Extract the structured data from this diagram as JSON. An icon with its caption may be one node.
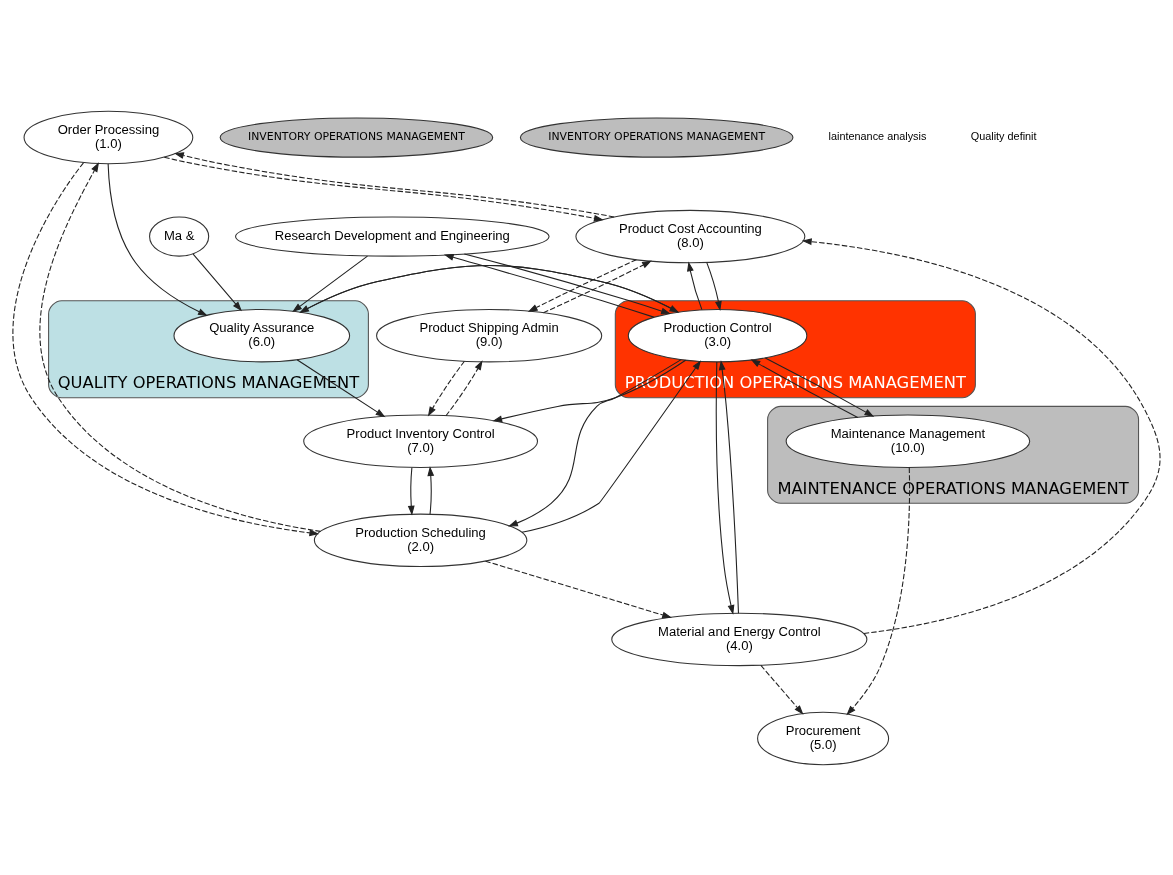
{
  "diagram": {
    "nodes": [
      {
        "text": [
          "Order Processing",
          "(1.0)"
        ]
      },
      {
        "text": [
          "Product Cost Accounting",
          "(8.0)"
        ]
      },
      {
        "text": [
          "Product Shipping Admin",
          "(9.0)"
        ]
      },
      {
        "text": [
          "Production Scheduling",
          "(2.0)"
        ]
      },
      {
        "text": [
          "PRODUCTION OPERATIONS MANAGEMENT"
        ]
      },
      {
        "text": [
          "Production Control",
          "(3.0)"
        ],
        "in": 4
      },
      {
        "text": [
          "Material and Energy Control",
          "(4.0)"
        ]
      },
      {
        "text": [
          "INVENTORY OPERATIONS MANAGEMENT"
        ]
      },
      {
        "text": [
          "Product Inventory Control",
          "(7.0)"
        ]
      },
      {
        "text": [
          "INVENTORY OPERATIONS MANAGEMENT"
        ]
      },
      {
        "text": [
          "QUALITY OPERATIONS MANAGEMENT"
        ]
      },
      {
        "text": [
          "Quality Assurance",
          "(6.0)"
        ],
        "in": 10
      },
      {
        "text": [
          "Procurement",
          "(5.0)"
        ]
      },
      {
        "text": [
          "MAINTENANCE OPERATIONS MANAGEMENT"
        ]
      },
      {
        "text": [
          "Maintenance Management",
          "(10.0)"
        ],
        "in": 13
      },
      {
        "text": [
          "Ma &"
        ]
      },
      {
        "text": [
          "Research Development and Engineering"
        ]
      }
    ],
    "edges": [
      {
        "from": 0,
        "to": 3,
        "arrow": "to",
        "style": "dashed"
      },
      {
        "from": 3,
        "to": 0,
        "arrow": "to",
        "style": "dashed"
      },
      {
        "from": 6,
        "to": 1,
        "arrow": "to",
        "style": "dashed"
      },
      {
        "from": 0,
        "to": 1,
        "arrow": "to",
        "style": "dashed"
      },
      {
        "from": 1,
        "to": 0,
        "arrow": "to",
        "style": "dashed"
      },
      {
        "from": 1,
        "to": 2,
        "arrow": "to",
        "style": "dashed"
      },
      {
        "from": 2,
        "to": 1,
        "arrow": "to",
        "style": "dashed"
      },
      {
        "from": 8,
        "to": 2,
        "arrow": "to",
        "style": "dashed"
      },
      {
        "from": 2,
        "to": 8,
        "arrow": "to",
        "style": "dashed"
      },
      {
        "from": 3,
        "to": 6,
        "arrow": "to",
        "style": "dashed"
      },
      {
        "from": 6,
        "to": 12,
        "arrow": "to",
        "style": "dashed"
      },
      {
        "from": 14,
        "to": 12,
        "arrow": "to",
        "style": "dashed"
      },
      {
        "from": 3,
        "to": 5,
        "arrow": "to"
      },
      {
        "from": 5,
        "to": 3,
        "arrow": "to"
      },
      {
        "from": 3,
        "to": 8,
        "arrow": "to"
      },
      {
        "from": 8,
        "to": 3,
        "arrow": "to"
      },
      {
        "from": 5,
        "to": 6,
        "arrow": "to"
      },
      {
        "from": 6,
        "to": 5,
        "arrow": "to"
      },
      {
        "from": 5,
        "to": 1,
        "arrow": "to"
      },
      {
        "from": 1,
        "to": 5,
        "arrow": "to"
      },
      {
        "from": 5,
        "to": 8,
        "arrow": "to"
      },
      {
        "from": 0,
        "to": 11,
        "arrow": "to"
      },
      {
        "from": 11,
        "to": 8,
        "arrow": "to"
      },
      {
        "from": 5,
        "to": 11,
        "arrow": "to"
      },
      {
        "from": 11,
        "to": 5,
        "arrow": "to"
      },
      {
        "from": 5,
        "to": 16,
        "arrow": "to"
      },
      {
        "from": 16,
        "to": 5,
        "arrow": "to"
      },
      {
        "from": 16,
        "to": 11,
        "arrow": "to"
      },
      {
        "from": 15,
        "to": 11,
        "arrow": "to"
      },
      {
        "from": 5,
        "to": 14,
        "arrow": "to"
      },
      {
        "from": 14,
        "to": 5,
        "arrow": "to"
      }
    ],
    "labels": [
      "laintenance analysis",
      "Quality definit"
    ]
  }
}
